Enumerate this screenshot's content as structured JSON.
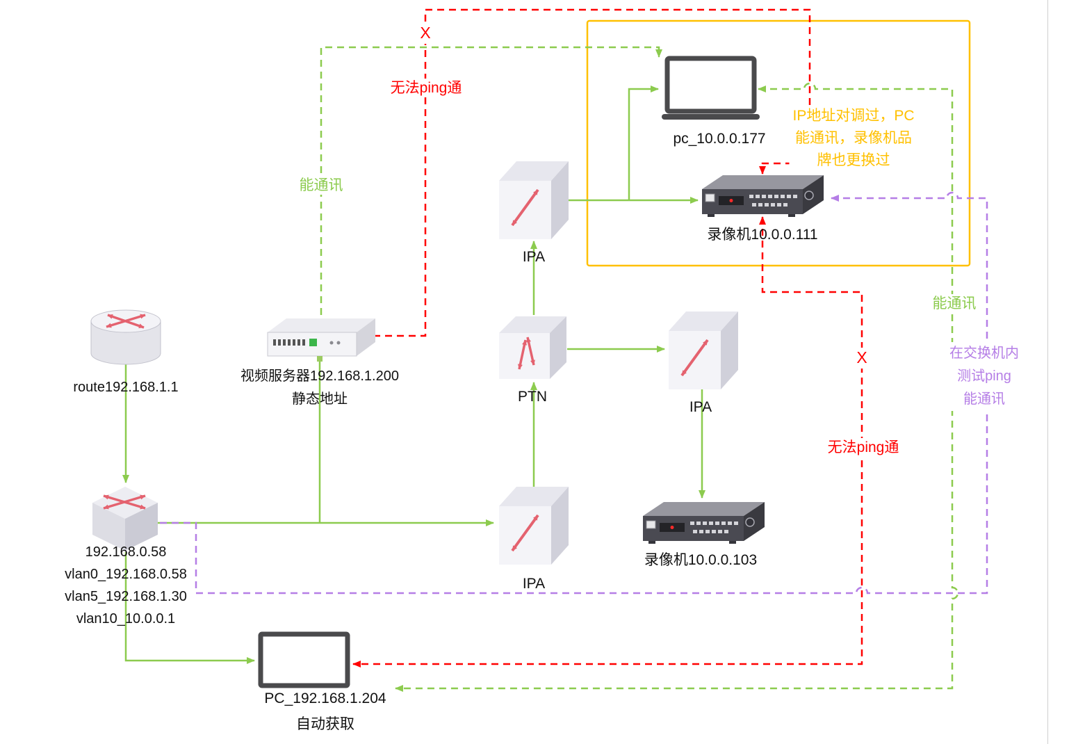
{
  "colors": {
    "c-green": "#8ccb4e",
    "c-red": "#ff0000",
    "c-purple": "#b57ee6",
    "c-orange": "#ffc000",
    "c-pink": "#e4626f"
  },
  "nodes": {
    "router": {
      "icon": "router-icon",
      "label": "route192.168.1.1"
    },
    "core_switch": {
      "icon": "switch-icon",
      "line1": "192.168.0.58",
      "line2": "vlan0_192.168.0.58",
      "line3": "vlan5_192.168.1.30",
      "line4": "vlan10_10.0.0.1"
    },
    "video_server": {
      "icon": "server-icon",
      "line1": "视频服务器192.168.1.200",
      "line2": "静态地址"
    },
    "ptn": {
      "icon": "switch-cube-icon",
      "label": "PTN"
    },
    "ipa_top": {
      "icon": "switch-cube-icon",
      "label": "IPA"
    },
    "ipa_mid": {
      "icon": "switch-cube-icon",
      "label": "IPA"
    },
    "ipa_bottom": {
      "icon": "switch-cube-icon",
      "label": "IPA"
    },
    "pc_top": {
      "icon": "laptop-icon",
      "label": "pc_10.0.0.177"
    },
    "recorder_top": {
      "icon": "dvr-icon",
      "label": "录像机10.0.0.111"
    },
    "recorder_bottom": {
      "icon": "dvr-icon",
      "label": "录像机10.0.0.103"
    },
    "pc_bottom": {
      "icon": "monitor-icon",
      "line1": "PC_192.168.1.204",
      "line2": "自动获取"
    }
  },
  "annotations": {
    "fail_ping_top": "无法ping通",
    "fail_ping_right": "无法ping通",
    "x_top": "X",
    "x_right": "X",
    "ok_comm_left": "能通讯",
    "ok_comm_right": "能通讯",
    "orange_note": {
      "line1": "IP地址对调过，PC",
      "line2": "能通讯，录像机品",
      "line3": "牌也更换过"
    },
    "purple_note": {
      "line1": "在交换机内",
      "line2": "测试ping",
      "line3": "能通讯"
    }
  }
}
